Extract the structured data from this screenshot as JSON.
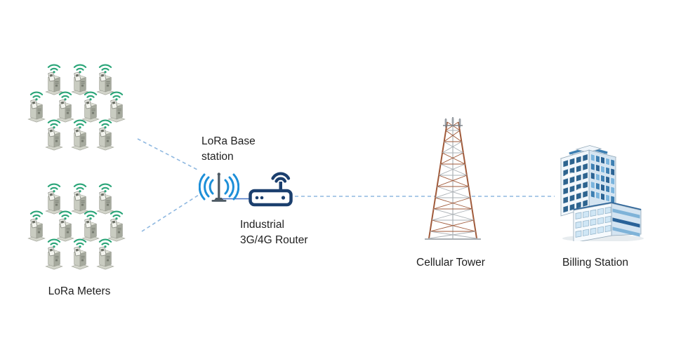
{
  "labels": {
    "meters": "LoRa Meters",
    "base_station": "LoRa Base\nstation",
    "router": "Industrial\n3G/4G Router",
    "tower": "Cellular Tower",
    "billing": "Billing Station"
  },
  "clusters": [
    {
      "rows": [
        3,
        4,
        3
      ]
    },
    {
      "rows": [
        3,
        4,
        3
      ]
    }
  ],
  "icons": {
    "meter": "smart-meter-with-wifi-icon",
    "base_station": "antenna-radio-waves-icon",
    "router": "wireless-router-icon",
    "tower": "lattice-cell-tower-icon",
    "billing": "office-building-icon"
  },
  "connections": [
    {
      "from": "lora-meters-cluster-1",
      "to": "lora-base-station",
      "style": "dashed"
    },
    {
      "from": "lora-meters-cluster-2",
      "to": "lora-base-station",
      "style": "dashed"
    },
    {
      "from": "lora-base-station",
      "to": "industrial-router",
      "style": "solid"
    },
    {
      "from": "industrial-router",
      "to": "billing-station",
      "style": "dashed"
    }
  ],
  "colors": {
    "wifi_green": "#2aa578",
    "antenna_blue": "#1d8fd8",
    "antenna_mast": "#4d5a64",
    "router_navy": "#1b3f6e",
    "solid_link": "#4472c4",
    "dashed_link": "#8fb8e0",
    "tower_rust": "#a05a3a",
    "tower_steel": "#aab0b5",
    "building_blue": "#2e648f",
    "text": "#1f1f1f"
  }
}
